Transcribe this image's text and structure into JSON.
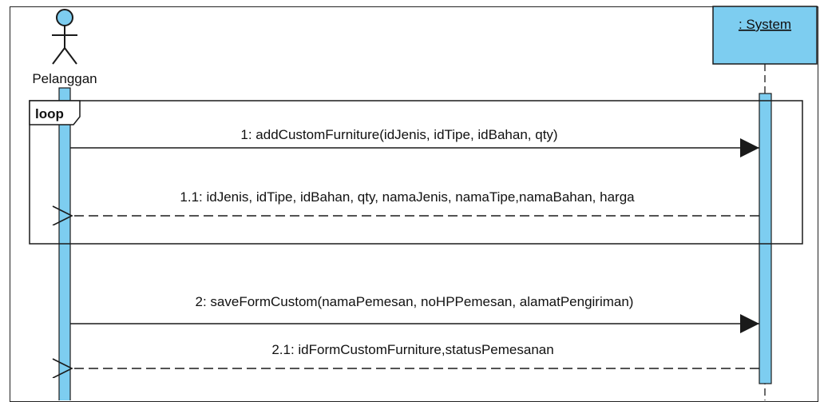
{
  "actor": {
    "name": "Pelanggan"
  },
  "system": {
    "name": ": System"
  },
  "fragment": {
    "operator": "loop"
  },
  "messages": [
    {
      "id": "m1",
      "label": "1: addCustomFurniture(idJenis, idTipe, idBahan, qty)"
    },
    {
      "id": "m11",
      "label": "1.1: idJenis, idTipe, idBahan, qty,  namaJenis, namaTipe,namaBahan, harga"
    },
    {
      "id": "m2",
      "label": "2: saveFormCustom(namaPemesan, noHPPemesan, alamatPengiriman)"
    },
    {
      "id": "m21",
      "label": "2.1: idFormCustomFurniture,statusPemesanan"
    }
  ],
  "colors": {
    "lifeline_fill": "#7dcdf0",
    "stroke": "#1a1a1a",
    "background": "#ffffff"
  }
}
